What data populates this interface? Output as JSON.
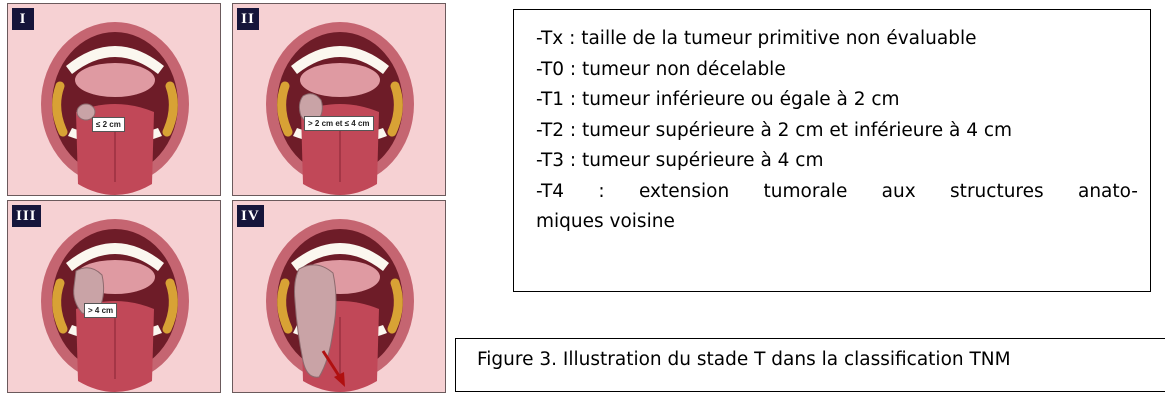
{
  "figure": {
    "panels": [
      {
        "stage": "I",
        "size_label": "≤ 2 cm"
      },
      {
        "stage": "II",
        "size_label": "> 2 cm et ≤ 4 cm"
      },
      {
        "stage": "III",
        "size_label": "> 4 cm"
      },
      {
        "stage": "IV",
        "size_label": ""
      }
    ],
    "colors": {
      "panel_bg": "#f6d1d3",
      "lips": "#c56571",
      "throat": "#6e1c28",
      "teeth": "#fbf7ef",
      "tongue": "#c14858",
      "tumor": "#c9a3a6",
      "arrow": "#b01010",
      "badge": "#15153a"
    }
  },
  "classification": {
    "lines": [
      "-Tx : taille de la tumeur primitive non évaluable",
      "-T0 : tumeur non décelable",
      "-T1 : tumeur inférieure ou égale à 2 cm",
      "-T2 : tumeur supérieure à 2 cm et inférieure à 4 cm",
      "-T3 : tumeur supérieure à 4 cm"
    ],
    "t4_line1": "-T4 : extension tumorale aux structures anato-",
    "t4_line2": "miques voisine"
  },
  "caption": "Figure 3. Illustration du stade T dans la classification TNM"
}
